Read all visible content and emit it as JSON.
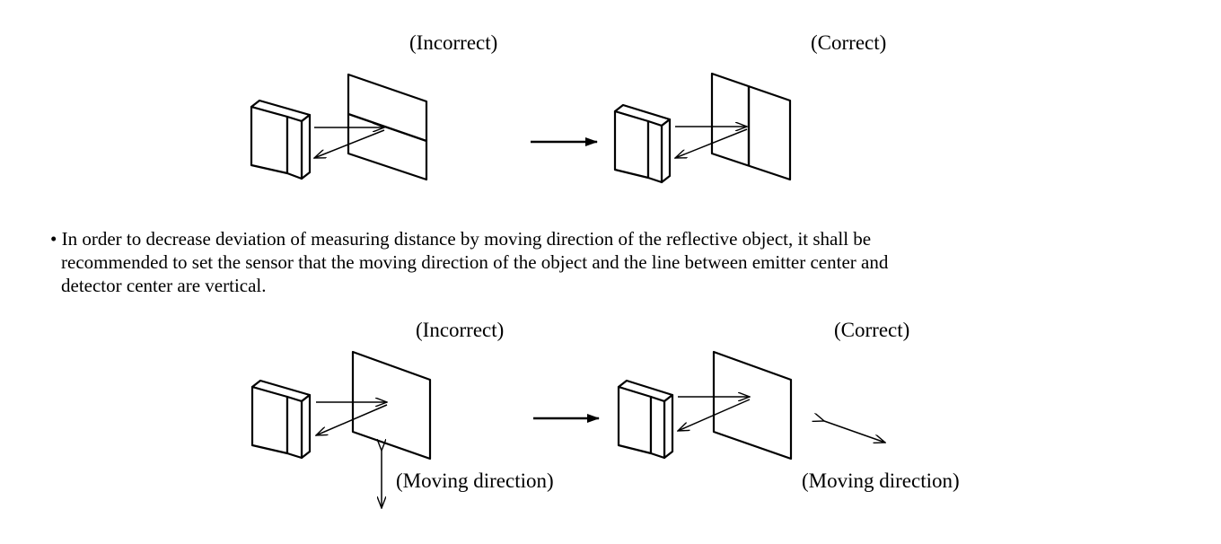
{
  "top_row": {
    "incorrect_label": "(Incorrect)",
    "correct_label": "(Correct)"
  },
  "note": {
    "bullet": "•",
    "line1": "In order to decrease deviation of measuring distance by moving direction of the reflective object, it shall be",
    "line2": "recommended to set the sensor that the moving direction of the object and the line between emitter center and",
    "line3": "detector center are vertical."
  },
  "bottom_row": {
    "incorrect_label": "(Incorrect)",
    "correct_label": "(Correct)",
    "moving_direction_left": "(Moving direction)",
    "moving_direction_right": "(Moving direction)"
  }
}
